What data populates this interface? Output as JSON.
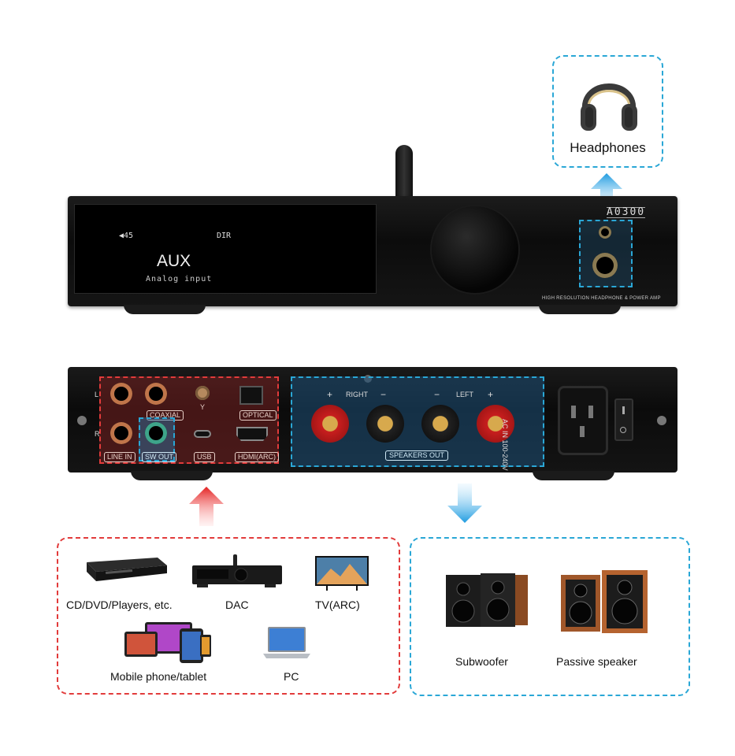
{
  "headphones": {
    "label": "Headphones"
  },
  "front_panel": {
    "volume_indicator": "◀45",
    "mode_indicator": "DIR",
    "input_name": "AUX",
    "input_subtitle": "Analog input",
    "brand_logo": "A0300",
    "tagline": "HIGH RESOLUTION HEADPHONE & POWER AMP"
  },
  "rear_panel": {
    "left_channel_marker": "L",
    "right_channel_marker": "R",
    "coaxial_label": "COAXIAL",
    "optical_label": "OPTICAL",
    "line_in_label": "LINE IN",
    "sw_out_label": "SW OUT",
    "usb_label": "USB",
    "hdmi_label": "HDMI(ARC)",
    "speakers_out_label": "SPEAKERS OUT",
    "right_label": "RIGHT",
    "left_label": "LEFT",
    "plus_sign": "+",
    "minus_sign": "−",
    "ac_in_label": "AC IN 100-240V"
  },
  "sources": {
    "items": [
      {
        "label": "CD/DVD/Players, etc."
      },
      {
        "label": "DAC"
      },
      {
        "label": "TV(ARC)"
      },
      {
        "label": "Mobile phone/tablet"
      },
      {
        "label": "PC"
      }
    ]
  },
  "outputs": {
    "items": [
      {
        "label": "Subwoofer"
      },
      {
        "label": "Passive speaker"
      }
    ]
  },
  "colors": {
    "input_accent": "#e23b3b",
    "output_accent": "#2aa7d6",
    "arrow_blue": "#1e9be0",
    "arrow_red": "#e32020"
  }
}
